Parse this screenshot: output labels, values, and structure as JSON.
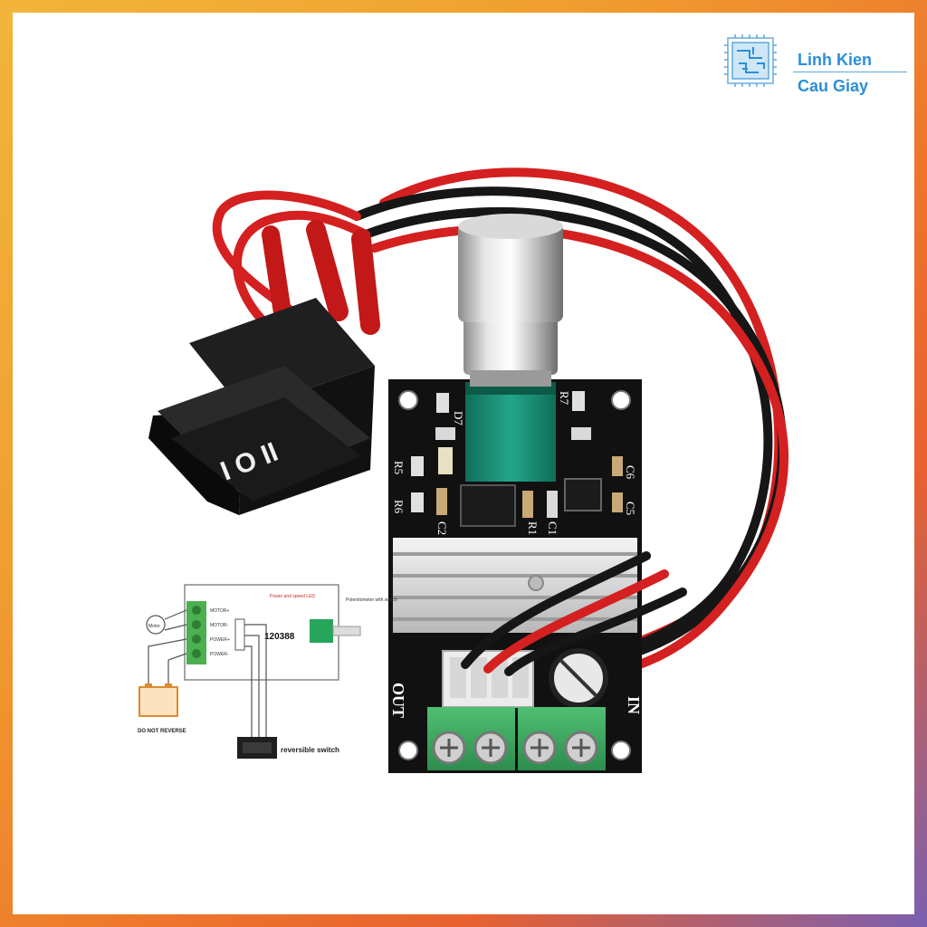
{
  "brand": {
    "name_line1": "Linh Kien",
    "name_line2": "Cau Giay",
    "accent_color": "#2a8fd8"
  },
  "board": {
    "label_out": "OUT",
    "label_in": "IN",
    "silkscreen": [
      "D7",
      "R7",
      "C6",
      "C5",
      "R5",
      "R6",
      "C2",
      "R1",
      "C1"
    ],
    "pcb_color": "#111111"
  },
  "switch": {
    "symbols": "I O II"
  },
  "schematic": {
    "chip_label": "120388",
    "note_top": "Power and speed LED",
    "note_pot": "Potentiometer with switch",
    "pins": [
      "MOTOR+",
      "MOTOR-",
      "POWER+",
      "POWER-"
    ],
    "motor_label": "Motor",
    "battery_note": "DO NOT REVERSE",
    "switch_label": "reversible switch"
  }
}
